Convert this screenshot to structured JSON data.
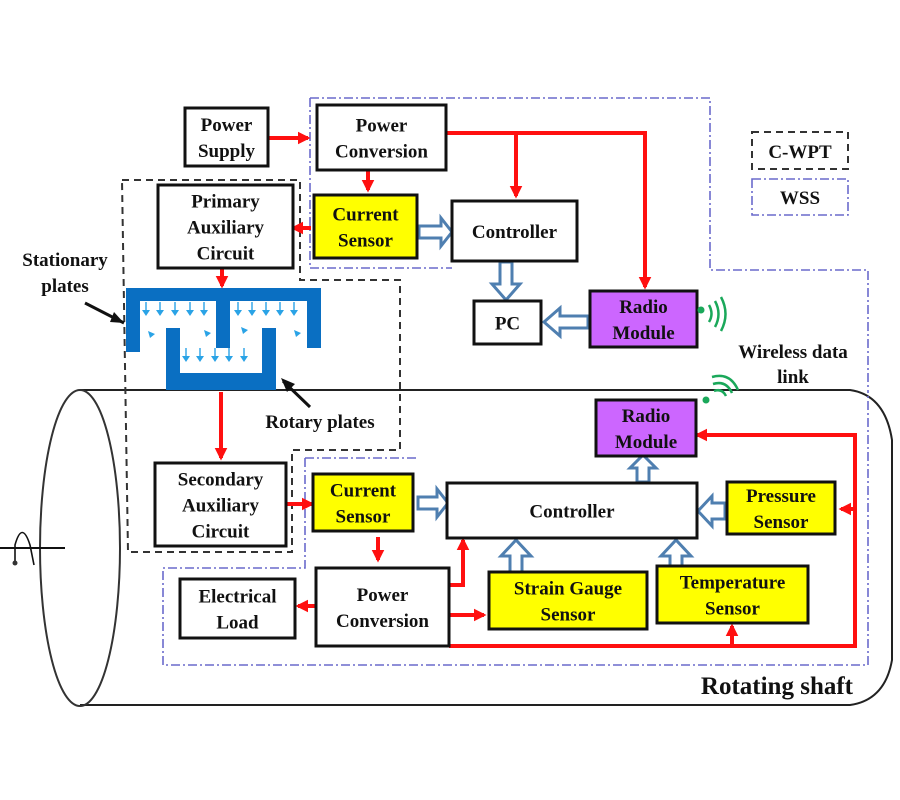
{
  "colors": {
    "power_line": "#ff1010",
    "data_arrow": "#4f7fb0",
    "sensor_fill": "#ffff00",
    "radio_fill": "#cc66ff",
    "plate_fill": "#0a6fc2",
    "wireless_signal": "#1aa85a",
    "cwpt_outline": "#333333",
    "wss_outline": "#6a6acc"
  },
  "legend": {
    "cwpt": "C-WPT",
    "wss": "WSS"
  },
  "blocks": {
    "power_supply": [
      "Power",
      "Supply"
    ],
    "power_conversion_top": [
      "Power",
      "Conversion"
    ],
    "current_sensor_top": [
      "Current",
      "Sensor"
    ],
    "controller_top": [
      "Controller"
    ],
    "primary_aux": [
      "Primary",
      "Auxiliary",
      "Circuit"
    ],
    "pc": [
      "PC"
    ],
    "radio_top": [
      "Radio",
      "Module"
    ],
    "radio_bottom": [
      "Radio",
      "Module"
    ],
    "secondary_aux": [
      "Secondary",
      "Auxiliary",
      "Circuit"
    ],
    "current_sensor_bottom": [
      "Current",
      "Sensor"
    ],
    "controller_bottom": [
      "Controller"
    ],
    "pressure_sensor": [
      "Pressure",
      "Sensor"
    ],
    "electrical_load": [
      "Electrical",
      "Load"
    ],
    "power_conversion_bottom": [
      "Power",
      "Conversion"
    ],
    "strain_gauge": [
      "Strain Gauge",
      "Sensor"
    ],
    "temperature_sensor": [
      "Temperature",
      "Sensor"
    ]
  },
  "labels": {
    "stationary_plates": [
      "Stationary",
      "plates"
    ],
    "rotary_plates": "Rotary plates",
    "wireless_link": [
      "Wireless data",
      "link"
    ],
    "rotating_shaft": "Rotating shaft"
  }
}
